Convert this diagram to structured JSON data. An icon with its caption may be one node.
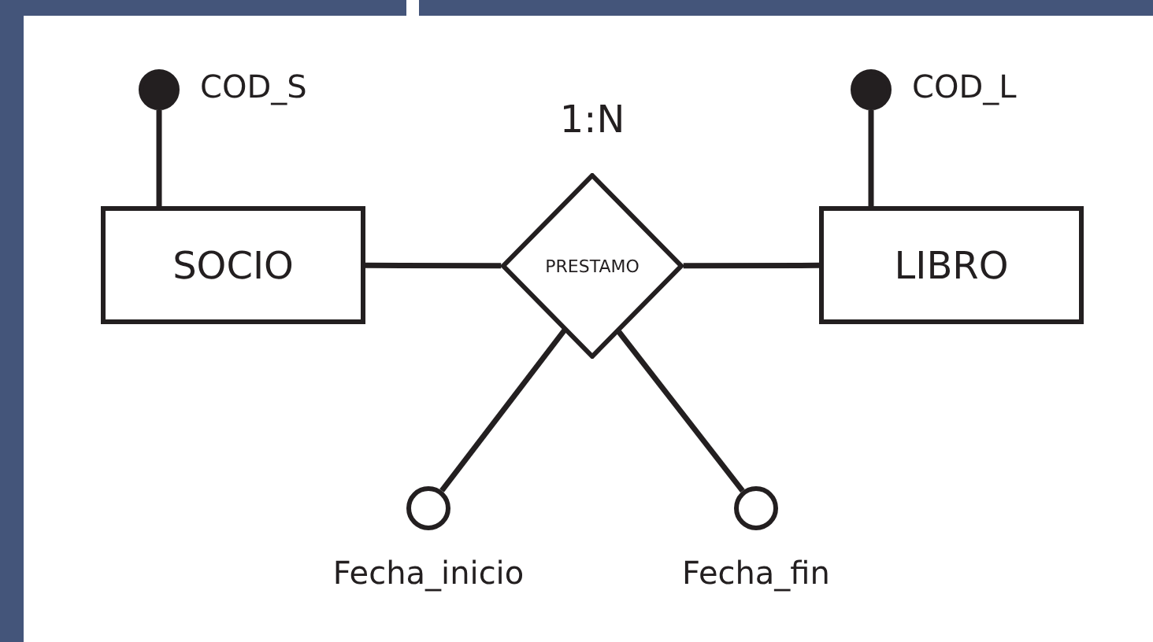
{
  "diagram": {
    "nodes": [
      {
        "text": [
          "SOCIO"
        ]
      },
      {
        "text": [
          "LIBRO"
        ]
      },
      {
        "text": [
          "PRESTAMO"
        ],
        "beside": [
          "1:N"
        ]
      },
      {
        "text": [
          "COD_S"
        ]
      },
      {
        "text": [
          "COD_L"
        ]
      },
      {
        "text": [
          "Fecha_inicio"
        ]
      },
      {
        "text": [
          "Fecha_fin"
        ]
      }
    ],
    "edges": [
      {
        "from": 3,
        "to": 0,
        "arrow": "none"
      },
      {
        "from": 4,
        "to": 1,
        "arrow": "none"
      },
      {
        "from": 0,
        "to": 2,
        "arrow": "none"
      },
      {
        "from": 2,
        "to": 1,
        "arrow": "none"
      },
      {
        "from": 2,
        "to": 5,
        "arrow": "none"
      },
      {
        "from": 2,
        "to": 6,
        "arrow": "none"
      }
    ]
  }
}
